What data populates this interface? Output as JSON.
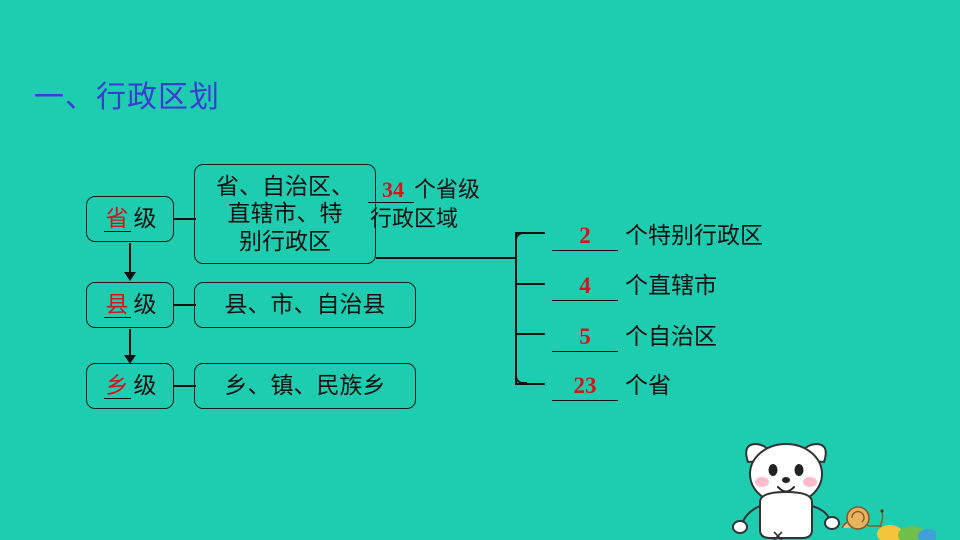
{
  "slide": {
    "background_color": "#1ecdb0",
    "title": "一、行政区划",
    "title_color": "#3c3cd2"
  },
  "hierarchy": {
    "levels": [
      {
        "level_label_red": "省",
        "level_label_suffix": "级",
        "content": "省、自治区、\n直辖市、特\n别行政区"
      },
      {
        "level_label_red": "县",
        "level_label_suffix": "级",
        "content": "县、市、自治县"
      },
      {
        "level_label_red": "乡",
        "level_label_suffix": "级",
        "content": "乡、镇、民族乡"
      }
    ]
  },
  "total": {
    "number": "34",
    "unit_line1": "个省级",
    "unit_line2": "行政区域",
    "number_color": "#d4131b"
  },
  "breakdown": [
    {
      "number": "2",
      "label": "个特别行政区"
    },
    {
      "number": "4",
      "label": "个直辖市"
    },
    {
      "number": "5",
      "label": "个自治区"
    },
    {
      "number": "23",
      "label": "个省"
    }
  ],
  "decorations": {
    "mascot": "dog-mascot",
    "snail": "snail-icon",
    "grass": "grass-icon"
  }
}
